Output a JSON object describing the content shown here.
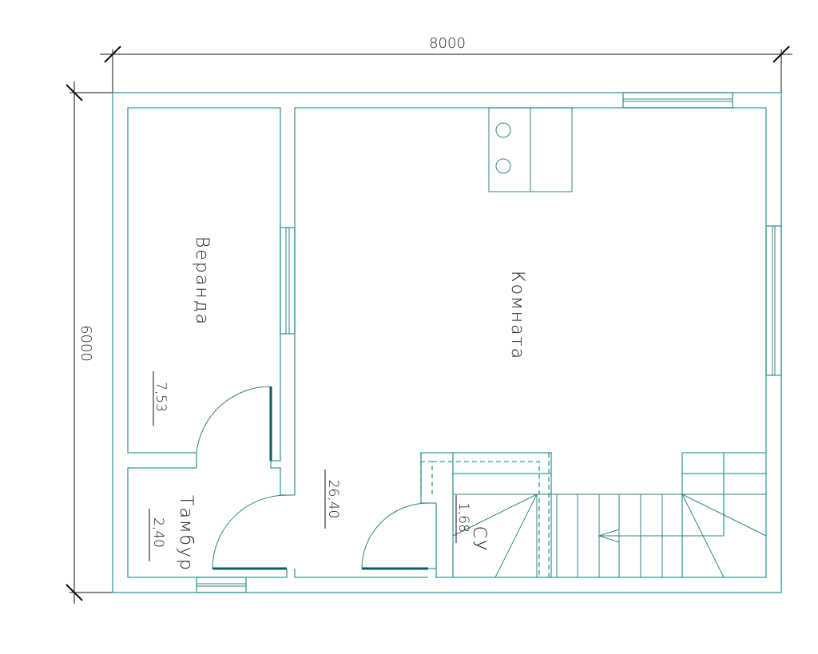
{
  "dimensions": {
    "width": "8000",
    "height": "6000"
  },
  "rooms": {
    "veranda": {
      "name": "Веранда",
      "area": "7,53"
    },
    "room": {
      "name": "Комната",
      "area": "26,40"
    },
    "tambour": {
      "name": "Тамбур",
      "area": "2,40"
    },
    "bathroom": {
      "name": "СУ",
      "area": "1,68"
    }
  },
  "colors": {
    "wall": "#3a9a9a",
    "door_leaf": "#0b5a62",
    "dimension": "#111111"
  }
}
